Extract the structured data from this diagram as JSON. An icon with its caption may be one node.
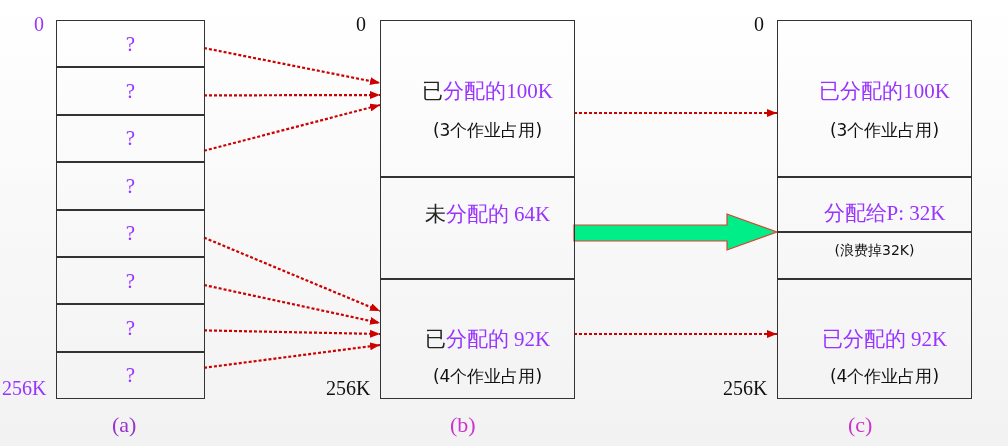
{
  "diagram": {
    "nodes": [
      {
        "text": [
          "?"
        ]
      },
      {
        "text": [
          "?"
        ]
      },
      {
        "text": [
          "?"
        ]
      },
      {
        "text": [
          "?"
        ]
      },
      {
        "text": [
          "?"
        ]
      },
      {
        "text": [
          "?"
        ]
      },
      {
        "text": [
          "?"
        ]
      },
      {
        "text": [
          "?"
        ]
      },
      {
        "text": [
          "已分配的100K",
          "(3个作业占用)"
        ]
      },
      {
        "text": [
          "未分配的 64K"
        ]
      },
      {
        "text": [
          "已分配的 92K",
          "(4个作业占用)"
        ]
      },
      {
        "text": [
          "已分配的100K",
          "(3个作业占用)"
        ]
      },
      {
        "text": [
          "分配给P: 32K"
        ]
      },
      {
        "text": [
          "(浪费掉32K)"
        ]
      },
      {
        "text": [
          "已分配的 92K",
          "(4个作业占用)"
        ]
      }
    ],
    "edges": [
      {
        "from": 0,
        "to": 8,
        "arrow": "to",
        "style": "dashed"
      },
      {
        "from": 1,
        "to": 8,
        "arrow": "to",
        "style": "dashed"
      },
      {
        "from": 2,
        "to": 8,
        "arrow": "to",
        "style": "dashed"
      },
      {
        "from": 4,
        "to": 10,
        "arrow": "to",
        "style": "dashed"
      },
      {
        "from": 5,
        "to": 10,
        "arrow": "to",
        "style": "dashed"
      },
      {
        "from": 6,
        "to": 10,
        "arrow": "to",
        "style": "dashed"
      },
      {
        "from": 7,
        "to": 10,
        "arrow": "to",
        "style": "dashed"
      },
      {
        "from": 8,
        "to": 11,
        "arrow": "to",
        "style": "dashed"
      },
      {
        "from": 10,
        "to": 14,
        "arrow": "to",
        "style": "dashed"
      },
      {
        "from": 9,
        "to": 12,
        "arrow": "to",
        "style": "thick",
        "color": "#00ee88"
      }
    ],
    "labels": [
      "0",
      "0",
      "0",
      "256K",
      "256K",
      "256K",
      "(a)",
      "(b)",
      "(c)"
    ]
  }
}
